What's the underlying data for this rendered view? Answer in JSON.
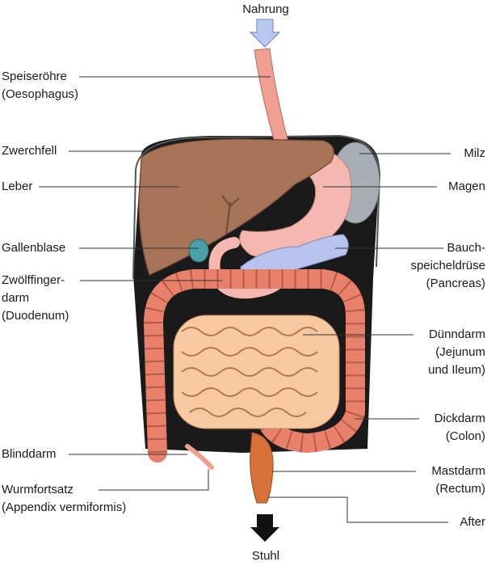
{
  "input_label": "Nahrung",
  "output_label": "Stuhl",
  "left_labels": [
    {
      "id": "speiseroehre",
      "lines": [
        "Speiseröhre",
        "(Oesophagus)"
      ]
    },
    {
      "id": "zwerchfell",
      "lines": [
        "Zwerchfell"
      ]
    },
    {
      "id": "leber",
      "lines": [
        "Leber"
      ]
    },
    {
      "id": "gallenblase",
      "lines": [
        "Gallenblase"
      ]
    },
    {
      "id": "zwoelffingerdarm",
      "lines": [
        "Zwölffinger-",
        "darm",
        "(Duodenum)"
      ]
    },
    {
      "id": "blinddarm",
      "lines": [
        "Blinddarm"
      ]
    },
    {
      "id": "wurmfortsatz",
      "lines": [
        "Wurmfortsatz",
        "(Appendix vermiformis)"
      ]
    }
  ],
  "right_labels": [
    {
      "id": "milz",
      "lines": [
        "Milz"
      ]
    },
    {
      "id": "magen",
      "lines": [
        "Magen"
      ]
    },
    {
      "id": "bauchspeicheldruese",
      "lines": [
        "Bauch-",
        "speicheldrüse",
        "(Pancreas)"
      ]
    },
    {
      "id": "duenndarm",
      "lines": [
        "Dünndarm",
        "(Jejunum",
        "und Ileum)"
      ]
    },
    {
      "id": "dickdarm",
      "lines": [
        "Dickdarm",
        "(Colon)"
      ]
    },
    {
      "id": "mastdarm",
      "lines": [
        "Mastdarm",
        "(Rectum)"
      ]
    },
    {
      "id": "after",
      "lines": [
        "After"
      ]
    }
  ],
  "colors": {
    "arrow_in": "#b8c8f0",
    "arrow_out": "#111111",
    "esophagus": "#f0a090",
    "liver": "#a87458",
    "spleen": "#a8aeb5",
    "stomach": "#f4b8b0",
    "pancreas": "#b8c4ee",
    "gallbladder": "#4aa0a8",
    "colon": "#e8806a",
    "small_intestine": "#f8c8a0",
    "rectum": "#d8703a",
    "cavity": "#1a1a1a",
    "leader_line": "#333333"
  }
}
